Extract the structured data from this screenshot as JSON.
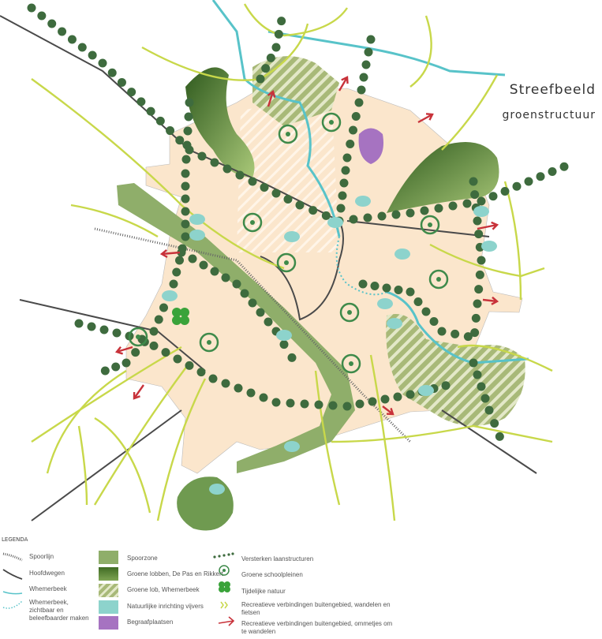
{
  "title": {
    "line1": "Streefbeeld",
    "line2": "groenstructuur"
  },
  "legend": {
    "heading": "LEGENDA",
    "col1": [
      {
        "label": "Spoorlijn",
        "icon": "railway-icon"
      },
      {
        "label": "Hoofdwegen",
        "icon": "main-road-icon"
      },
      {
        "label": "Whemerbeek",
        "icon": "stream-icon"
      },
      {
        "label": "Whemerbeek, zichtbaar en beleefbaarder maken",
        "icon": "stream-dotted-icon"
      }
    ],
    "col2": [
      {
        "label": "Spoorzone",
        "color": "#8fae6a"
      },
      {
        "label": "Groene lobben, De Pas en Rikkert",
        "color": "#4f7a2c"
      },
      {
        "label": "Groene lob, Whemerbeek",
        "color": "#b5c48a"
      },
      {
        "label": "Natuurlijke inrichting vijvers",
        "color": "#8dd3cc"
      },
      {
        "label": "Begraafplaatsen",
        "color": "#a673c1"
      }
    ],
    "col3": [
      {
        "label": "Versterken laanstructuren",
        "icon": "tree-row-icon"
      },
      {
        "label": "Groene schoolpleinen",
        "icon": "school-green-icon"
      },
      {
        "label": "Tijdelijke natuur",
        "icon": "clover-icon"
      },
      {
        "label": "Recreatieve verbindingen buitengebied, wandelen en fietsen",
        "icon": "double-chevron-icon"
      },
      {
        "label": "Recreatieve verbindingen buitengebied, ommetjes om te wandelen",
        "icon": "red-arrow-icon"
      }
    ]
  },
  "colors": {
    "town": "#fbe6cc",
    "tree": "#3e6b3e",
    "road": "#4a4a4a",
    "stream": "#58c3c9",
    "lime": "#c8d84a",
    "arrow": "#c8323a"
  }
}
